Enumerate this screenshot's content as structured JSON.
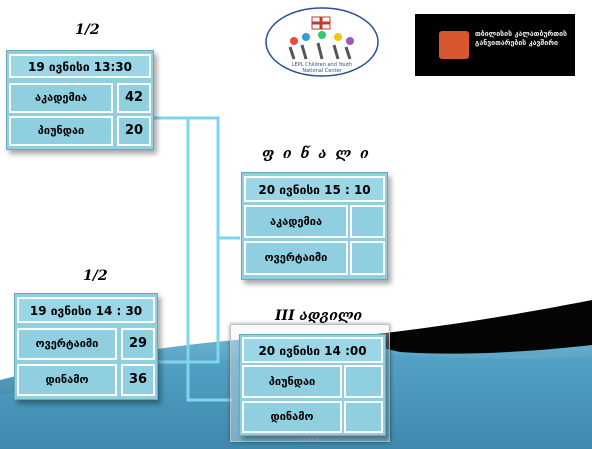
{
  "semi1": {
    "label": "1/2",
    "date": "19 ივნისი  13:30",
    "team1": "აკადემია",
    "score1": "42",
    "team2": "პიუნდაი",
    "score2": "20"
  },
  "semi2": {
    "label": "1/2",
    "date": "19 ივნისი  14 : 30",
    "team1": "ოვერტაიმი",
    "score1": "29",
    "team2": "დინამო",
    "score2": "36"
  },
  "final": {
    "label": "ფ ი ნ ა ლ ი",
    "date": "20 ივნისი 15 : 10",
    "team1": "აკადემია",
    "score1": "",
    "team2": "ოვერტაიმი",
    "score2": ""
  },
  "third": {
    "label": "III ადგილი",
    "date": "20  ივნისი 14 :00",
    "team1": "პიუნდაი",
    "score1": "",
    "team2": "დინამო",
    "score2": ""
  },
  "logos": {
    "left_caption": "LEPL Children and Youth National Center",
    "right_text": "თბილისის კალათბურთის განვითარების კავშირი"
  },
  "colors": {
    "card": "#8fcfe0",
    "connector": "#7fd4ee",
    "wave_dark": "#050505",
    "wave_blue": "#3d8fb3"
  }
}
